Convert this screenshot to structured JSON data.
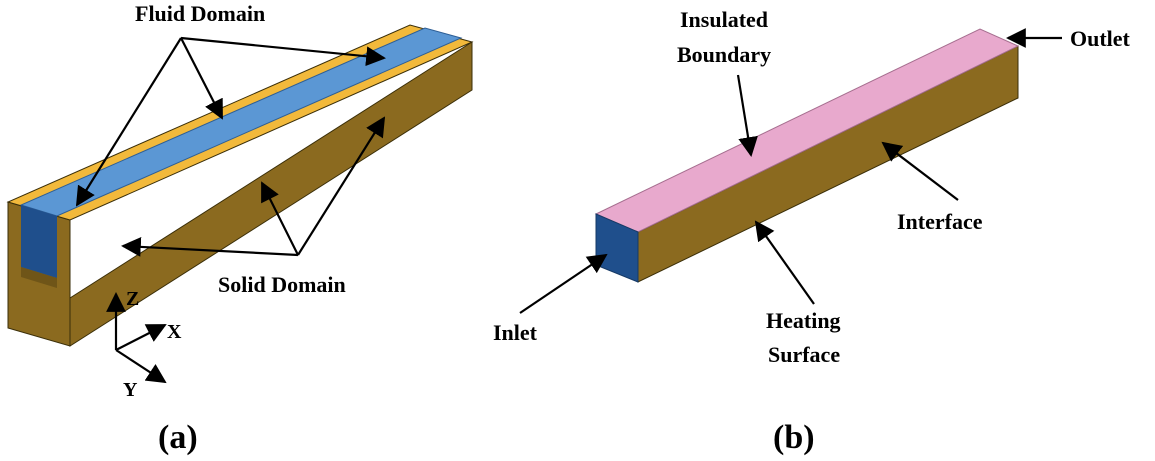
{
  "panel_a": {
    "caption": "(a)",
    "labels": {
      "fluid_domain": "Fluid Domain",
      "solid_domain": "Solid Domain"
    },
    "axes": {
      "z": "Z",
      "x": "X",
      "y": "Y"
    }
  },
  "panel_b": {
    "caption": "(b)",
    "labels": {
      "insulated_line1": "Insulated",
      "insulated_line2": "Boundary",
      "outlet": "Outlet",
      "interface": "Interface",
      "inlet": "Inlet",
      "heating_line1": "Heating",
      "heating_line2": "Surface"
    }
  },
  "colors": {
    "fluid_blue": "#5b97d4",
    "fluid_dark_blue": "#1f4f8c",
    "solid_olive": "#8b6a1f",
    "solid_top_yellow": "#f2b93b",
    "insulated_pink": "#e8a9cd"
  }
}
